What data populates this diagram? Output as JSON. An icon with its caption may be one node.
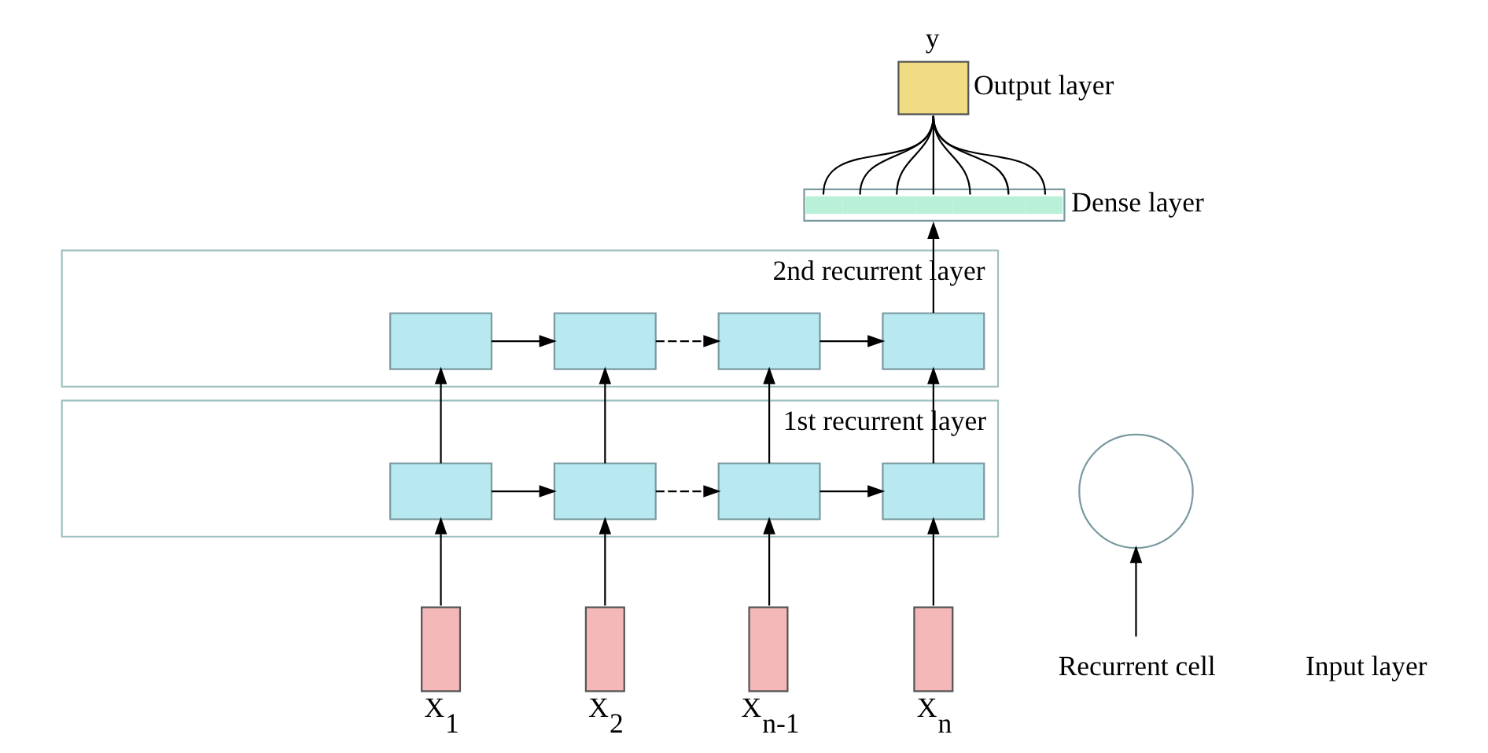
{
  "diagram": {
    "nodes": [
      {
        "text": [],
        "shape": "box",
        "beside": [
          "y",
          "Output layer"
        ]
      },
      {
        "text": [],
        "shape": "bar",
        "beside": [
          "Dense layer"
        ]
      },
      {
        "text": [
          "2nd recurrent layer"
        ]
      },
      {
        "text": [],
        "shape": "box",
        "in": 2
      },
      {
        "text": [],
        "shape": "box",
        "in": 2
      },
      {
        "text": [],
        "shape": "box",
        "in": 2
      },
      {
        "text": [],
        "shape": "box",
        "in": 2
      },
      {
        "text": [
          "1st recurrent layer"
        ]
      },
      {
        "text": [],
        "shape": "box",
        "in": 7
      },
      {
        "text": [],
        "shape": "box",
        "in": 7
      },
      {
        "text": [],
        "shape": "box",
        "in": 7
      },
      {
        "text": [],
        "shape": "box",
        "in": 7
      },
      {
        "text": [
          "Recurrent cell"
        ]
      },
      {
        "text": [],
        "shape": "circle"
      },
      {
        "text": [],
        "shape": "box",
        "beside": [
          "X$_{1}$"
        ]
      },
      {
        "text": [],
        "shape": "box",
        "beside": [
          "X$_{2}$"
        ]
      },
      {
        "text": [],
        "shape": "box",
        "beside": [
          "X$_{n-1}$"
        ]
      },
      {
        "text": [],
        "shape": "box",
        "beside": [
          "X$_{n}$"
        ]
      }
    ],
    "edges": [
      {
        "from": 14,
        "to": 8,
        "arrow": "to"
      },
      {
        "from": 15,
        "to": 9,
        "arrow": "to"
      },
      {
        "from": 16,
        "to": 10,
        "arrow": "to"
      },
      {
        "from": 17,
        "to": 11,
        "arrow": "to"
      },
      {
        "from": 8,
        "to": 9,
        "arrow": "to"
      },
      {
        "from": 9,
        "to": 10,
        "arrow": "to",
        "style": "dashed"
      },
      {
        "from": 10,
        "to": 11,
        "arrow": "to"
      },
      {
        "from": 8,
        "to": 3,
        "arrow": "to"
      },
      {
        "from": 9,
        "to": 4,
        "arrow": "to"
      },
      {
        "from": 10,
        "to": 5,
        "arrow": "to"
      },
      {
        "from": 11,
        "to": 6,
        "arrow": "to"
      },
      {
        "from": 3,
        "to": 4,
        "arrow": "to"
      },
      {
        "from": 4,
        "to": 5,
        "arrow": "to",
        "style": "dashed"
      },
      {
        "from": 5,
        "to": 6,
        "arrow": "to"
      },
      {
        "from": 6,
        "to": 1,
        "arrow": "to"
      },
      {
        "from": 1,
        "to": 0,
        "arrow": "none"
      },
      {
        "from": 1,
        "to": 0,
        "arrow": "none"
      },
      {
        "from": 1,
        "to": 0,
        "arrow": "none"
      },
      {
        "from": 1,
        "to": 0,
        "arrow": "none"
      },
      {
        "from": 1,
        "to": 0,
        "arrow": "none"
      },
      {
        "from": 1,
        "to": 0,
        "arrow": "none"
      },
      {
        "from": 1,
        "to": 0,
        "arrow": "none"
      },
      {
        "from": 12,
        "to": 13,
        "arrow": "to"
      }
    ],
    "labels": [
      "Input layer"
    ]
  }
}
